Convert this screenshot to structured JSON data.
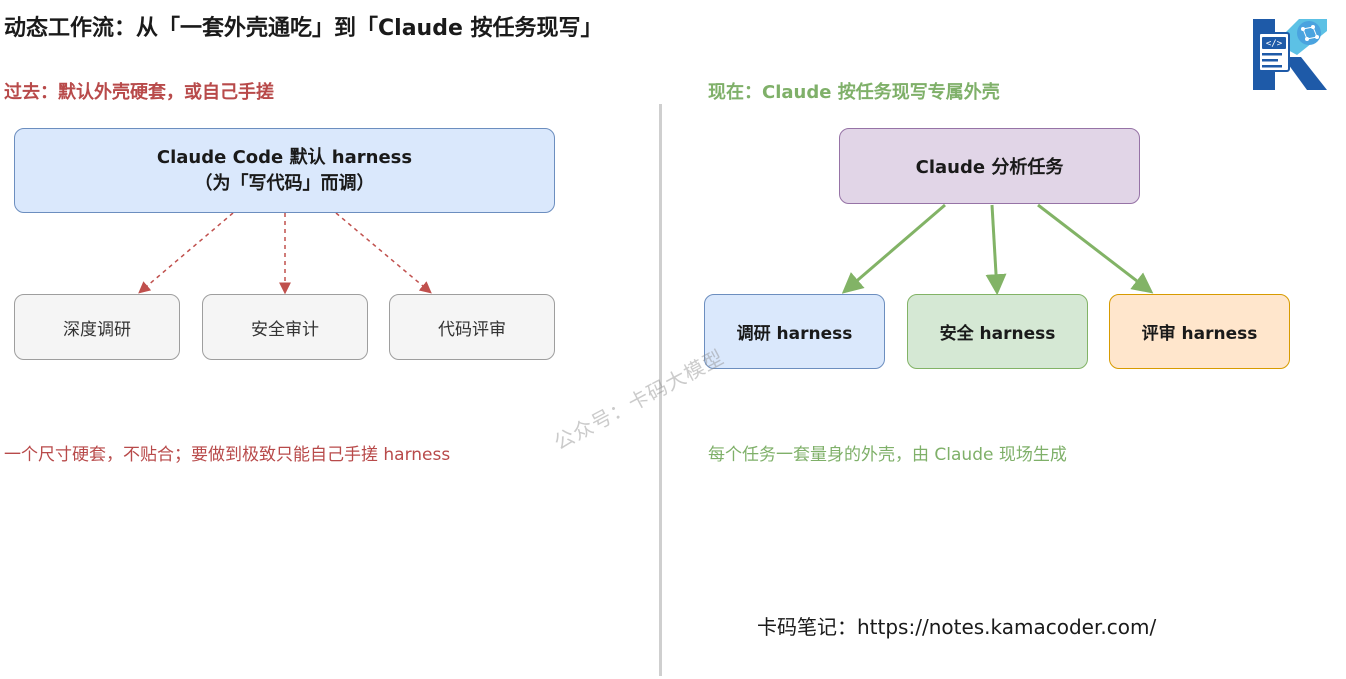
{
  "title": "动态工作流：从「一套外壳通吃」到「Claude 按任务现写」",
  "left": {
    "label": "过去：默认外壳硬套，或自己手搓",
    "default_node": {
      "line1": "Claude Code 默认 harness",
      "line2": "（为「写代码」而调）"
    },
    "tasks": [
      "深度调研",
      "安全审计",
      "代码评审"
    ],
    "note": "一个尺寸硬套，不贴合；要做到极致只能自己手搓 harness"
  },
  "right": {
    "label": "现在：Claude 按任务现写专属外壳",
    "analyze_node": "Claude 分析任务",
    "harnesses": [
      "调研 harness",
      "安全 harness",
      "评审 harness"
    ],
    "note": "每个任务一套量身的外壳，由 Claude 现场生成"
  },
  "watermark": "公众号：卡码大模型",
  "footer": "卡码笔记：https://notes.kamacoder.com/",
  "colors": {
    "left_accent": "#b84a4a",
    "right_accent": "#7fb069",
    "dashed_arrow": "#c0504d",
    "solid_arrow": "#82b366",
    "logo_blue": "#1e5aa8",
    "logo_cyan": "#3fb6e0"
  },
  "icons": {
    "logo": "kamacoder-k-logo"
  }
}
